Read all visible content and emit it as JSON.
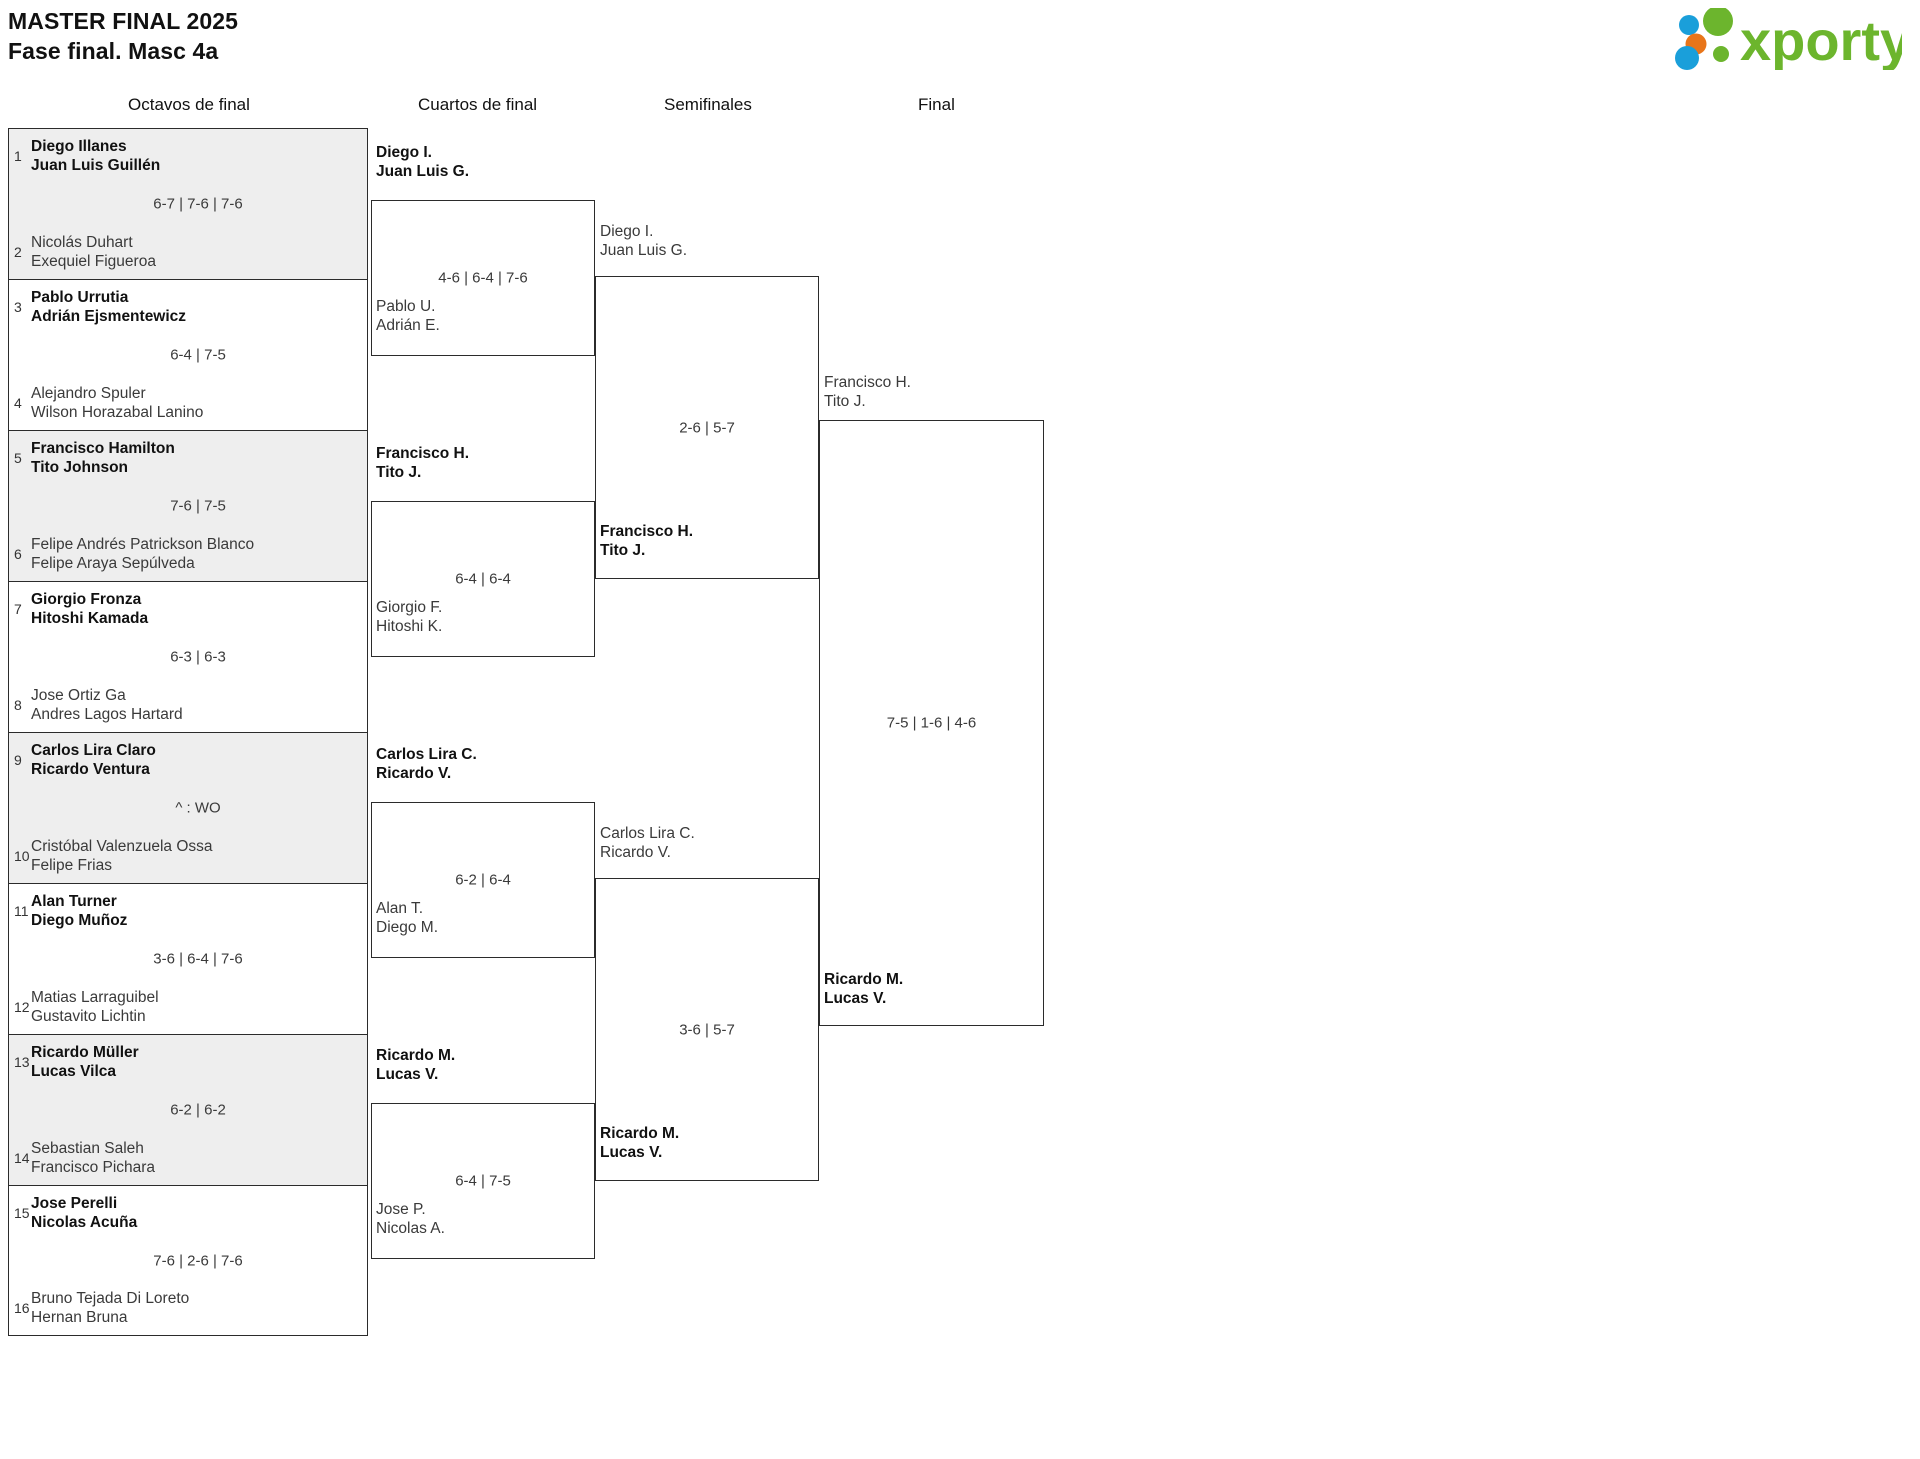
{
  "header": {
    "tournament": "MASTER FINAL 2025",
    "phase": "Fase final. Masc 4a",
    "logo_text": "xporty",
    "logo_colors": {
      "green": "#6cb52d",
      "blue": "#1a9fda",
      "orange": "#e8751a"
    }
  },
  "rounds": [
    {
      "key": "r16",
      "label": "Octavos de final"
    },
    {
      "key": "qf",
      "label": "Cuartos de final"
    },
    {
      "key": "sf",
      "label": "Semifinales"
    },
    {
      "key": "f",
      "label": "Final"
    }
  ],
  "round16": [
    {
      "shaded": true,
      "score": "6-7 | 7-6 | 7-6",
      "top": {
        "seed": "1",
        "winner": true,
        "p1": "Diego Illanes",
        "p2": "Juan Luis Guillén"
      },
      "bottom": {
        "seed": "2",
        "winner": false,
        "p1": "Nicolás Duhart",
        "p2": "Exequiel Figueroa"
      }
    },
    {
      "shaded": false,
      "score": "6-4 | 7-5",
      "top": {
        "seed": "3",
        "winner": true,
        "p1": "Pablo Urrutia",
        "p2": "Adrián Ejsmentewicz"
      },
      "bottom": {
        "seed": "4",
        "winner": false,
        "p1": "Alejandro Spuler",
        "p2": "Wilson Horazabal Lanino"
      }
    },
    {
      "shaded": true,
      "score": "7-6 | 7-5",
      "top": {
        "seed": "5",
        "winner": true,
        "p1": "Francisco Hamilton",
        "p2": "Tito Johnson"
      },
      "bottom": {
        "seed": "6",
        "winner": false,
        "p1": "Felipe Andrés Patrickson Blanco",
        "p2": "Felipe Araya Sepúlveda"
      }
    },
    {
      "shaded": false,
      "score": "6-3 | 6-3",
      "top": {
        "seed": "7",
        "winner": true,
        "p1": "Giorgio Fronza",
        "p2": "Hitoshi Kamada"
      },
      "bottom": {
        "seed": "8",
        "winner": false,
        "p1": "Jose Ortiz Ga",
        "p2": "Andres Lagos Hartard"
      }
    },
    {
      "shaded": true,
      "score": "^ : WO",
      "top": {
        "seed": "9",
        "winner": true,
        "p1": "Carlos Lira Claro",
        "p2": "Ricardo Ventura"
      },
      "bottom": {
        "seed": "10",
        "winner": false,
        "p1": "Cristóbal Valenzuela Ossa",
        "p2": "Felipe Frias"
      }
    },
    {
      "shaded": false,
      "score": "3-6 | 6-4 | 7-6",
      "top": {
        "seed": "11",
        "winner": true,
        "p1": "Alan Turner",
        "p2": "Diego Muñoz"
      },
      "bottom": {
        "seed": "12",
        "winner": false,
        "p1": "Matias Larraguibel",
        "p2": "Gustavito Lichtin"
      }
    },
    {
      "shaded": true,
      "score": "6-2 | 6-2",
      "top": {
        "seed": "13",
        "winner": true,
        "p1": "Ricardo Müller",
        "p2": "Lucas Vilca"
      },
      "bottom": {
        "seed": "14",
        "winner": false,
        "p1": "Sebastian Saleh",
        "p2": "Francisco Pichara"
      }
    },
    {
      "shaded": false,
      "score": "7-6 | 2-6 | 7-6",
      "top": {
        "seed": "15",
        "winner": true,
        "p1": "Jose Perelli",
        "p2": "Nicolas Acuña"
      },
      "bottom": {
        "seed": "16",
        "winner": false,
        "p1": "Bruno Tejada Di Loreto",
        "p2": "Hernan Bruna"
      }
    }
  ],
  "quarterfinals": [
    {
      "score": "4-6 | 6-4 | 7-6",
      "top": {
        "winner": true,
        "p1": "Diego I.",
        "p2": "Juan Luis G."
      },
      "bottom": {
        "winner": false,
        "p1": "Pablo U.",
        "p2": "Adrián E."
      }
    },
    {
      "score": "6-4 | 6-4",
      "top": {
        "winner": true,
        "p1": "Francisco H.",
        "p2": "Tito J."
      },
      "bottom": {
        "winner": false,
        "p1": "Giorgio F.",
        "p2": "Hitoshi K."
      }
    },
    {
      "score": "6-2 | 6-4",
      "top": {
        "winner": true,
        "p1": "Carlos Lira C.",
        "p2": "Ricardo V."
      },
      "bottom": {
        "winner": false,
        "p1": "Alan T.",
        "p2": "Diego M."
      }
    },
    {
      "score": "6-4 | 7-5",
      "top": {
        "winner": true,
        "p1": "Ricardo M.",
        "p2": "Lucas V."
      },
      "bottom": {
        "winner": false,
        "p1": "Jose P.",
        "p2": "Nicolas A."
      }
    }
  ],
  "semifinals": [
    {
      "score": "2-6 | 5-7",
      "top": {
        "winner": false,
        "p1": "Diego I.",
        "p2": "Juan Luis G."
      },
      "bottom": {
        "winner": true,
        "p1": "Francisco H.",
        "p2": "Tito J."
      }
    },
    {
      "score": "3-6 | 5-7",
      "top": {
        "winner": false,
        "p1": "Carlos Lira C.",
        "p2": "Ricardo V."
      },
      "bottom": {
        "winner": true,
        "p1": "Ricardo M.",
        "p2": "Lucas V."
      }
    }
  ],
  "final": {
    "score": "7-5 | 1-6 | 4-6",
    "top": {
      "winner": false,
      "p1": "Francisco H.",
      "p2": "Tito J."
    },
    "bottom": {
      "winner": true,
      "p1": "Ricardo M.",
      "p2": "Lucas V."
    }
  }
}
